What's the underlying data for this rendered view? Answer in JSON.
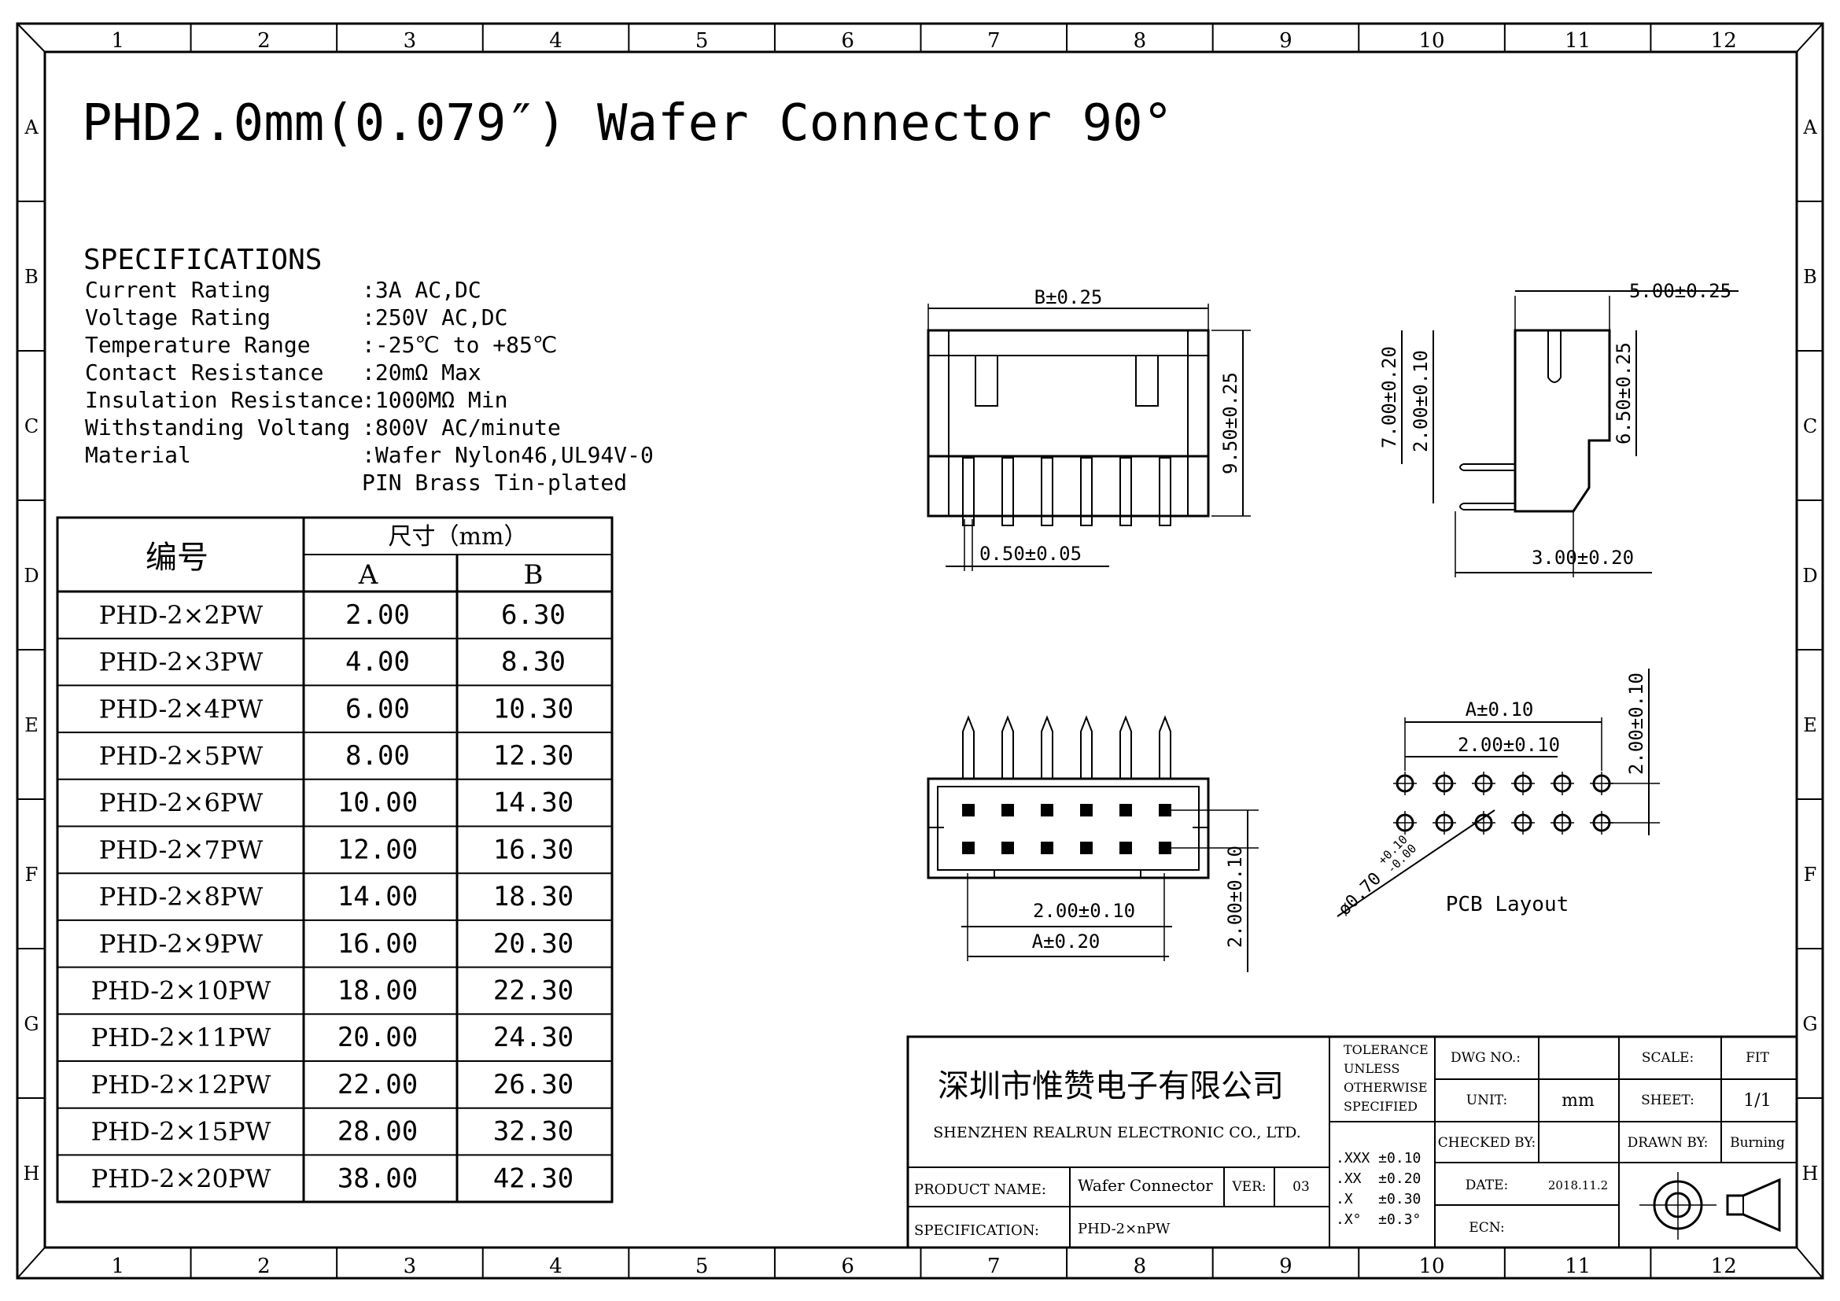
{
  "frame": {
    "col_labels": [
      "1",
      "2",
      "3",
      "4",
      "5",
      "6",
      "7",
      "8",
      "9",
      "10",
      "11",
      "12"
    ],
    "row_labels": [
      "A",
      "B",
      "C",
      "D",
      "E",
      "F",
      "G",
      "H"
    ]
  },
  "title": "PHD2.0mm(0.079″) Wafer Connector 90°",
  "specifications": {
    "heading": "SPECIFICATIONS",
    "rows": [
      {
        "label": "Current Rating",
        "value": ":3A AC,DC"
      },
      {
        "label": "Voltage Rating",
        "value": ":250V AC,DC"
      },
      {
        "label": "Temperature Range",
        "value": ":-25℃ to +85℃"
      },
      {
        "label": "Contact Resistance",
        "value": ":20mΩ Max"
      },
      {
        "label": "Insulation Resistance",
        "value": ":1000MΩ Min"
      },
      {
        "label": "Withstanding Voltang",
        "value": ":800V AC/minute"
      },
      {
        "label": "Material",
        "value": ":Wafer Nylon46,UL94V-0"
      },
      {
        "label": "",
        "value": " PIN Brass Tin-plated"
      }
    ]
  },
  "size_table": {
    "header_part": "编号",
    "header_dim": "尺寸（mm）",
    "header_a": "A",
    "header_b": "B",
    "rows": [
      {
        "part": "PHD-2×2PW",
        "a": "2.00",
        "b": "6.30"
      },
      {
        "part": "PHD-2×3PW",
        "a": "4.00",
        "b": "8.30"
      },
      {
        "part": "PHD-2×4PW",
        "a": "6.00",
        "b": "10.30"
      },
      {
        "part": "PHD-2×5PW",
        "a": "8.00",
        "b": "12.30"
      },
      {
        "part": "PHD-2×6PW",
        "a": "10.00",
        "b": "14.30"
      },
      {
        "part": "PHD-2×7PW",
        "a": "12.00",
        "b": "16.30"
      },
      {
        "part": "PHD-2×8PW",
        "a": "14.00",
        "b": "18.30"
      },
      {
        "part": "PHD-2×9PW",
        "a": "16.00",
        "b": "20.30"
      },
      {
        "part": "PHD-2×10PW",
        "a": "18.00",
        "b": "22.30"
      },
      {
        "part": "PHD-2×11PW",
        "a": "20.00",
        "b": "24.30"
      },
      {
        "part": "PHD-2×12PW",
        "a": "22.00",
        "b": "26.30"
      },
      {
        "part": "PHD-2×15PW",
        "a": "28.00",
        "b": "32.30"
      },
      {
        "part": "PHD-2×20PW",
        "a": "38.00",
        "b": "42.30"
      }
    ]
  },
  "dims": {
    "front_width": "B±0.25",
    "front_height": "9.50±0.25",
    "front_pin": "0.50±0.05",
    "side_depth": "5.00±0.25",
    "side_700": "7.00±0.20",
    "side_200": "2.00±0.10",
    "side_650": "6.50±0.25",
    "side_300": "3.00±0.20",
    "top_pitch": "2.00±0.10",
    "top_a": "A±0.20",
    "top_row": "2.00±0.10",
    "pcb_a": "A±0.10",
    "pcb_pitch": "2.00±0.10",
    "pcb_row": "2.00±0.10",
    "pcb_hole": "ø0.70",
    "pcb_hole_plus": "+0.10",
    "pcb_hole_minus": "-0.00",
    "pcb_label": "PCB Layout"
  },
  "title_block": {
    "company_cn": "深圳市惟赞电子有限公司",
    "company_en": "SHENZHEN REALRUN ELECTRONIC CO., LTD.",
    "tolerance_lines": [
      "TOLERANCE",
      "UNLESS",
      "OTHERWISE",
      "SPECIFIED"
    ],
    "tolerance_values": [
      ".XXX ±0.10",
      ".XX  ±0.20",
      ".X   ±0.30",
      ".X°  ±0.3°"
    ],
    "product_name_label": "PRODUCT NAME:",
    "product_name": "Wafer Connector",
    "ver_label": "VER:",
    "ver": "03",
    "specification_label": "SPECIFICATION:",
    "specification": "PHD-2×nPW",
    "dwg_no_label": "DWG NO.:",
    "dwg_no": "",
    "unit_label": "UNIT:",
    "unit": "mm",
    "checked_by_label": "CHECKED BY:",
    "checked_by": "",
    "date_label": "DATE:",
    "date": "2018.11.2",
    "ecn_label": "ECN:",
    "ecn": "",
    "scale_label": "SCALE:",
    "scale": "FIT",
    "sheet_label": "SHEET:",
    "sheet": "1/1",
    "drawn_by_label": "DRAWN BY:",
    "drawn_by": "Burning"
  }
}
